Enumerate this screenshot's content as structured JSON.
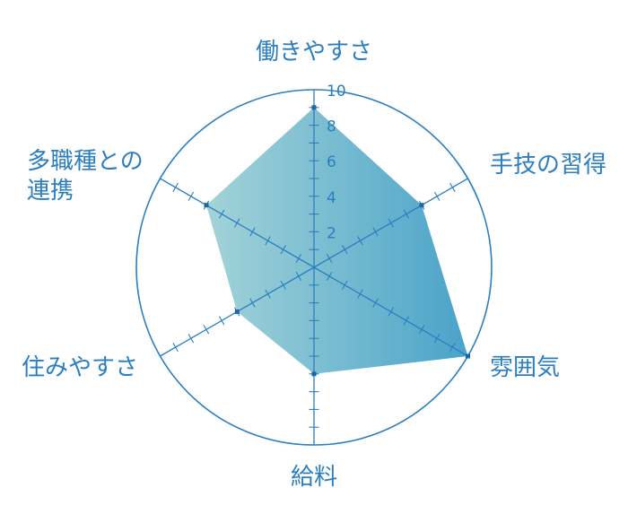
{
  "chart_data": {
    "type": "radar",
    "axes": [
      "働きやすさ",
      "手技の習得",
      "雰囲気",
      "給料",
      "住みやすさ",
      "多職種との連携"
    ],
    "axis_label_lines": [
      [
        "働きやすさ"
      ],
      [
        "手技の習得"
      ],
      [
        "雰囲気"
      ],
      [
        "給料"
      ],
      [
        "住みやすさ"
      ],
      [
        "多職種との",
        "連携"
      ]
    ],
    "values": [
      9,
      7,
      10,
      6,
      5,
      7
    ],
    "range": [
      0,
      10
    ],
    "ticks": [
      2,
      4,
      6,
      8,
      10
    ],
    "grid": "spokes",
    "colors": {
      "line": "#2b7fc0",
      "fill_start": "#a3d3d8",
      "fill_end": "#4aa3c9"
    }
  }
}
